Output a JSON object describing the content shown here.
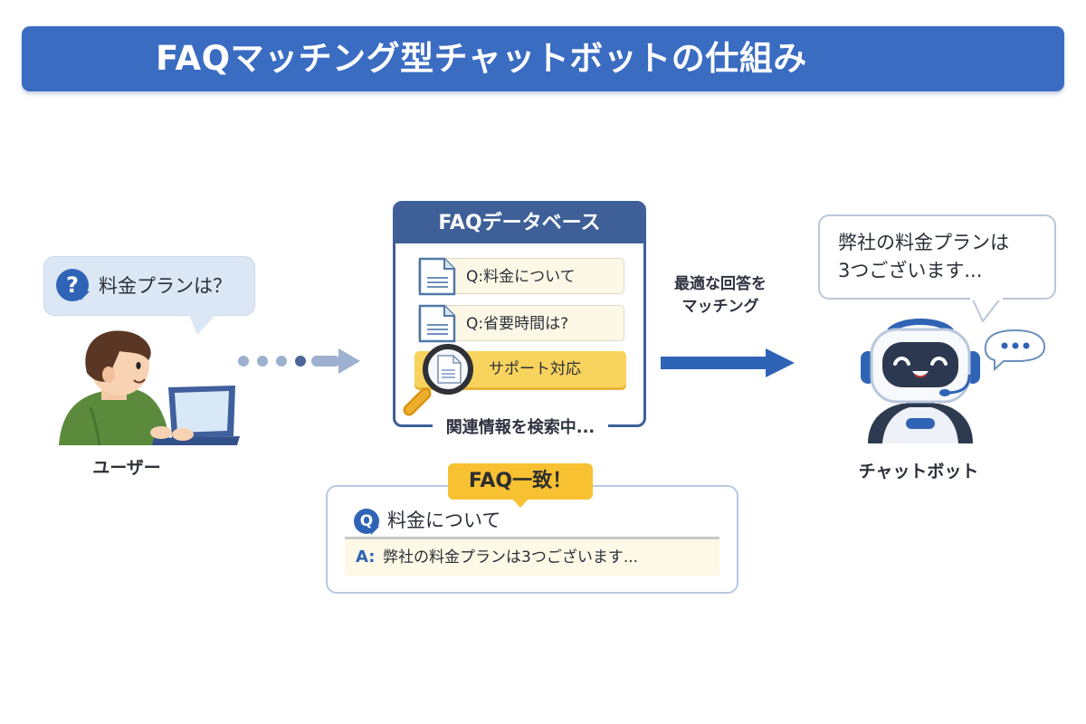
{
  "title": "FAQマッチング型チャットボットの仕組み",
  "user": {
    "question_icon": "question-mark-icon",
    "question_glyph": "?",
    "question": "料金プランは？",
    "label": "ユーザー"
  },
  "faq_database": {
    "title": "FAQデータベース",
    "items": [
      {
        "text": "Q:料金について",
        "highlighted": false
      },
      {
        "text": "Q:省要時間は?",
        "highlighted": false
      },
      {
        "text": "サポート対応",
        "highlighted": true
      }
    ],
    "status": "関連情報を検索中..."
  },
  "matching": {
    "line1": "最適な回答を",
    "line2": "マッチング"
  },
  "chatbot": {
    "reply_line1": "弊社の料金プランは",
    "reply_line2": "3つございます...",
    "label": "チャットボット",
    "typing_icon": "typing-ellipsis-icon"
  },
  "result": {
    "badge": "FAQ一致！",
    "q_glyph": "Q",
    "question": "料金について",
    "a_label": "A:",
    "answer": "弊社の料金プランは3つございます..."
  },
  "colors": {
    "title_bg": "#3a6cc2",
    "db_navy": "#3e5f98",
    "accent_blue": "#2f63b5",
    "highlight_yellow": "#f8d35e",
    "badge_yellow": "#f7c132"
  }
}
